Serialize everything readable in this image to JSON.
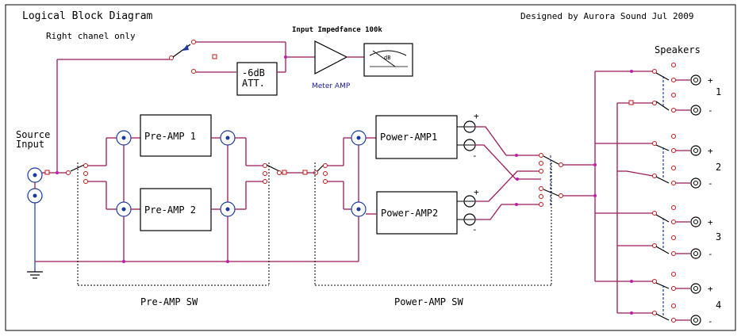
{
  "title": "Logical Block Diagram",
  "credit": "Designed by Aurora Sound Jul 2009",
  "note": "Right chanel only",
  "source_label_1": "Source",
  "source_label_2": "Input",
  "att_label_1": "-6dB",
  "att_label_2": "ATT.",
  "meter_impedance": "Input Impedfance 100k",
  "meter_amp": "Meter AMP",
  "meter_db": "dB",
  "preamp1": "Pre-AMP 1",
  "preamp2": "Pre-AMP 2",
  "poweramp1": "Power-AMP1",
  "poweramp2": "Power-AMP2",
  "speakers": "Speakers",
  "speaker_numbers": [
    "1",
    "2",
    "3",
    "4"
  ],
  "plus": "+",
  "minus": "-",
  "preamp_sw": "Pre-AMP SW",
  "poweramp_sw": "Power-AMP SW",
  "colors": {
    "wire": "#9b1a5a",
    "jack": "#1a3aa0",
    "terminal": "#c21616"
  }
}
